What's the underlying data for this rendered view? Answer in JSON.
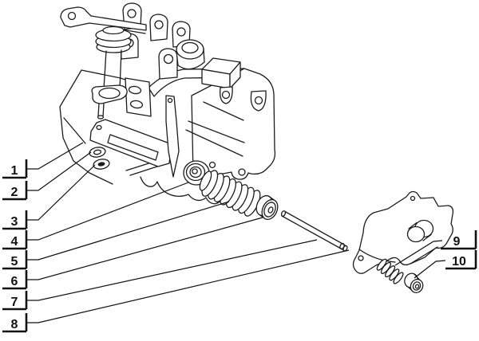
{
  "figure": {
    "type": "exploded-parts-diagram",
    "background": "#ffffff",
    "line_color": "#1c1c1c"
  },
  "callouts": {
    "left": [
      {
        "label": "1"
      },
      {
        "label": "2"
      },
      {
        "label": "3"
      },
      {
        "label": "4"
      },
      {
        "label": "5"
      },
      {
        "label": "6"
      },
      {
        "label": "7"
      },
      {
        "label": "8"
      }
    ],
    "right": [
      {
        "label": "9"
      },
      {
        "label": "10"
      }
    ]
  }
}
